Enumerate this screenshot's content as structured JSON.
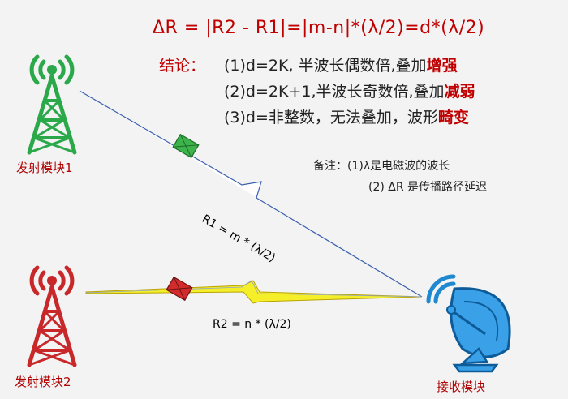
{
  "formula": "ΔR = |R2 - R1|=|m-n|*(λ/2)=d*(λ/2)",
  "conclusion": {
    "label": "结论：",
    "items": [
      {
        "text": "(1)d=2K,  半波长偶数倍,叠加",
        "emphasis": "增强"
      },
      {
        "text": "(2)d=2K+1,半波长奇数倍,叠加",
        "emphasis": "减弱"
      },
      {
        "text": "(3)d=非整数，无法叠加，波形",
        "emphasis": "畸变"
      }
    ]
  },
  "notes": {
    "line1": "备注：(1)λ是电磁波的波长",
    "line2": "(2) ΔR 是传播路径延迟"
  },
  "tx1": {
    "label": "发射模块1",
    "color": "#2aa84a"
  },
  "tx2": {
    "label": "发射模块2",
    "color": "#c8282a"
  },
  "rx": {
    "label": "接收模块",
    "color": "#1e88d0"
  },
  "r1_label": "R1 = m * (λ/2)",
  "r2_label": "R2 = n * (λ/2)"
}
